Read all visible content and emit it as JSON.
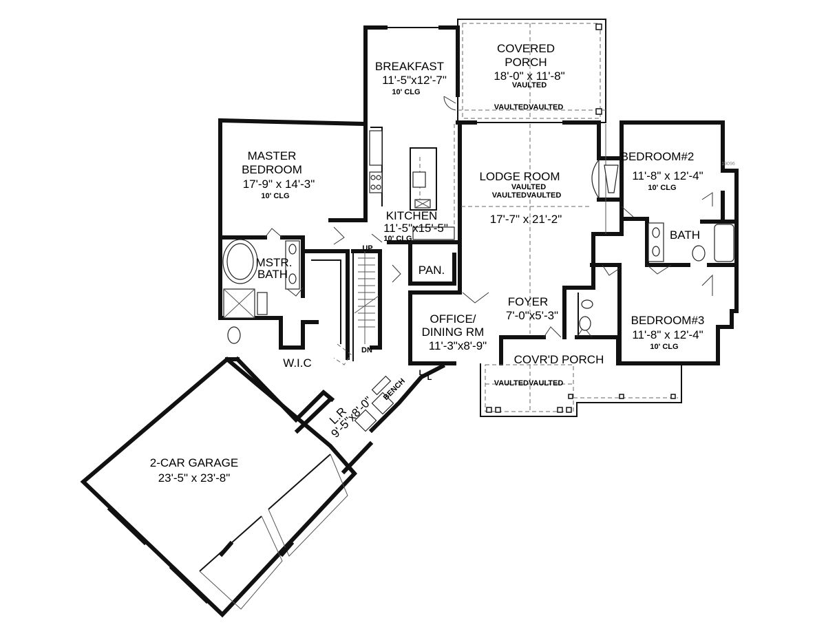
{
  "plan": {
    "plan_number": "19096",
    "rooms": [
      {
        "id": "breakfast",
        "name": [
          "BREAKFAST"
        ],
        "dims": "11'-5\"x12'-7\"",
        "note": "10' CLG"
      },
      {
        "id": "covered-porch",
        "name": [
          "COVERED",
          "PORCH"
        ],
        "dims": "18'-0\" x 11'-8\"",
        "note": "VAULTED"
      },
      {
        "id": "master-bedroom",
        "name": [
          "MASTER",
          "BEDROOM"
        ],
        "dims": "17'-9\" x 14'-3\"",
        "note": "10' CLG"
      },
      {
        "id": "lodge-room",
        "name": [
          "LODGE ROOM"
        ],
        "dims": "17'-7\" x 21'-2\"",
        "note": "VAULTED"
      },
      {
        "id": "bedroom-2",
        "name": [
          "BEDROOM#2"
        ],
        "dims": "11'-8\" x 12'-4\"",
        "note": "10' CLG"
      },
      {
        "id": "kitchen",
        "name": [
          "KITCHEN"
        ],
        "dims": "11'-5\"x15'-5\"",
        "note": "10' CLG"
      },
      {
        "id": "bath",
        "name": [
          "BATH"
        ],
        "dims": "",
        "note": ""
      },
      {
        "id": "master-bath",
        "name": [
          "MSTR.",
          "BATH"
        ],
        "dims": "",
        "note": ""
      },
      {
        "id": "pantry",
        "name": [
          "PAN."
        ],
        "dims": "",
        "note": ""
      },
      {
        "id": "foyer",
        "name": [
          "FOYER"
        ],
        "dims": "7'-0\"x5'-3\"",
        "note": ""
      },
      {
        "id": "office",
        "name": [
          "OFFICE/",
          "DINING  RM"
        ],
        "dims": "11'-3\"x8'-9\"",
        "note": ""
      },
      {
        "id": "bedroom-3",
        "name": [
          "BEDROOM#3"
        ],
        "dims": "11'-8\" x 12'-4\"",
        "note": "10' CLG"
      },
      {
        "id": "wic",
        "name": [
          "W.I.C"
        ],
        "dims": "",
        "note": ""
      },
      {
        "id": "covrd-porch",
        "name": [
          "COVR'D  PORCH"
        ],
        "dims": "",
        "note": ""
      },
      {
        "id": "laundry",
        "name": [
          "L.R"
        ],
        "dims": "9'-5\"x8'-0\"",
        "note": ""
      },
      {
        "id": "garage",
        "name": [
          "2-CAR  GARAGE"
        ],
        "dims": "23'-5\" x 23'-8\"",
        "note": ""
      }
    ],
    "annotations": {
      "vaulted": "VAULTED",
      "vaulted_pair": "VAULTEDVAULTED",
      "stair_up": "UP",
      "stair_down": "DN",
      "bench": "BENCH",
      "locker": "L"
    }
  }
}
